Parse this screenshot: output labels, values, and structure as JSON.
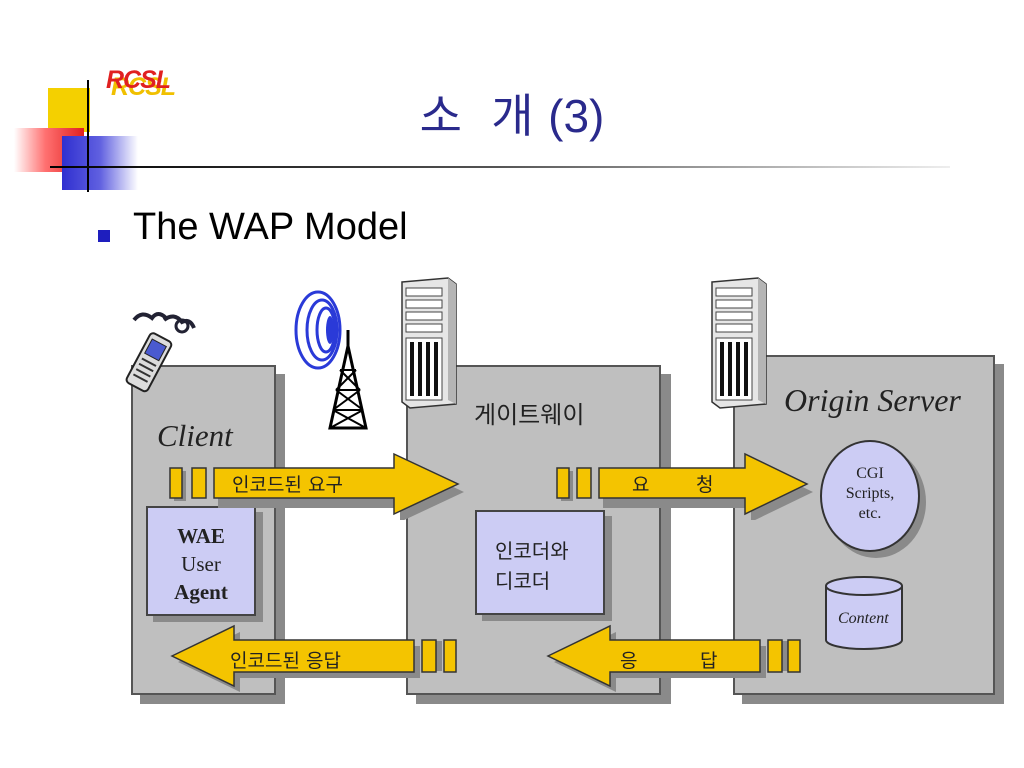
{
  "header": {
    "logo": "RCSL",
    "title_ko": "소  개",
    "title_num": "(3)"
  },
  "bullet": {
    "text": "The WAP Model"
  },
  "diagram": {
    "client": {
      "label": "Client",
      "agent_lines": [
        "WAE",
        "User",
        "Agent"
      ]
    },
    "gateway": {
      "label": "게이트웨이",
      "box_lines": [
        "인코더와",
        "디코더"
      ]
    },
    "origin": {
      "label": "Origin Server",
      "cgi_lines": [
        "CGI",
        "Scripts,",
        "etc."
      ],
      "content": "Content"
    },
    "arrows": {
      "encoded_request": "인코드된 요구",
      "request": [
        "요",
        "청"
      ],
      "encoded_response": "인코드된 응답",
      "response": [
        "응",
        "답"
      ]
    },
    "colors": {
      "arrow_fill": "#f4c400",
      "panel": "#bfbfbf",
      "box": "#ccccf4",
      "title": "#2a2a8c",
      "bullet": "#1e1ebe"
    }
  }
}
